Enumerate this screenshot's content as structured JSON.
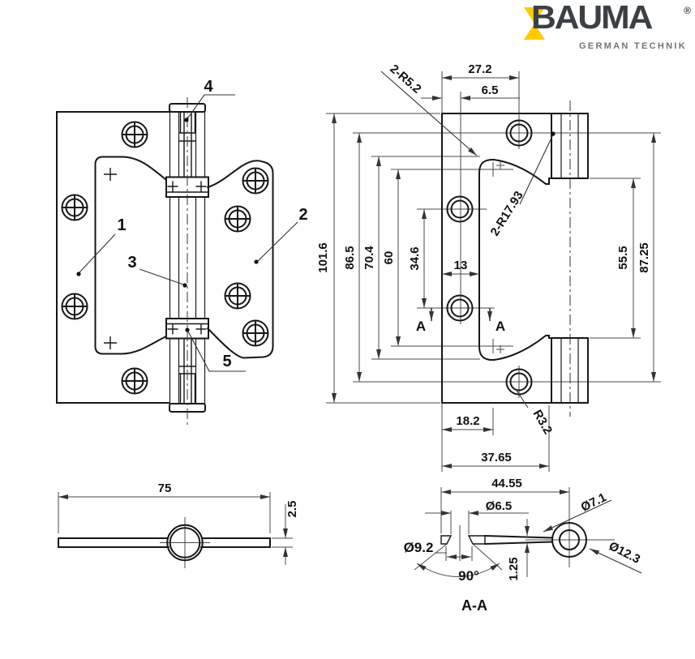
{
  "logo": {
    "brand": "BAUMA",
    "registered": "®",
    "tagline": "GERMAN TECHNIK",
    "accent_color": "#FFCB00",
    "brand_color": "#3B4045"
  },
  "assembly_view": {
    "part_numbers": {
      "p1": "1",
      "p2": "2",
      "p3": "3",
      "p4": "4",
      "p5": "5"
    }
  },
  "plan_view": {
    "dims": {
      "total_height": "101.6",
      "outer_holes": "86.5",
      "curve_span": "70.4",
      "centers_span": "60",
      "mid_holes": "34.6",
      "strip_width": "13",
      "hole_offset_x": "27.2",
      "edge_to_centerline": "6.5",
      "corner_radius": "2-R5.2",
      "cutout_radius": "2-R17.93",
      "knuckle_gap": "55.5",
      "knuckle_span": "87.25",
      "center_offset": "18.2",
      "leaf_width": "37.65",
      "fillet": "R3.2",
      "section_a_left": "A",
      "section_a_right": "A"
    }
  },
  "profile_view": {
    "dims": {
      "length": "75",
      "thickness": "2.5"
    }
  },
  "section_view": {
    "label": "A-A",
    "dims": {
      "length": "44.55",
      "hole_dia": "Ø6.5",
      "countersink_dia": "Ø9.2",
      "countersink_angle": "90°",
      "edge_thickness": "1.25",
      "pin_hole_dia": "Ø7.1",
      "knuckle_dia": "Ø12.3"
    }
  }
}
